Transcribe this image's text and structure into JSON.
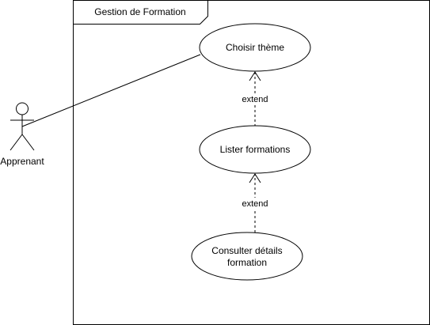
{
  "system": {
    "title": "Gestion de Formation"
  },
  "actor": {
    "name": "Apprenant"
  },
  "use_cases": {
    "choisir_theme": "Choisir thème",
    "lister_formations": "Lister formations",
    "consulter_details_line1": "Consulter détails",
    "consulter_details_line2": "formation"
  },
  "relations": {
    "extend_1": "extend",
    "extend_2": "extend"
  },
  "style": {
    "stroke_color": "#000000",
    "fill_color": "#ffffff"
  }
}
